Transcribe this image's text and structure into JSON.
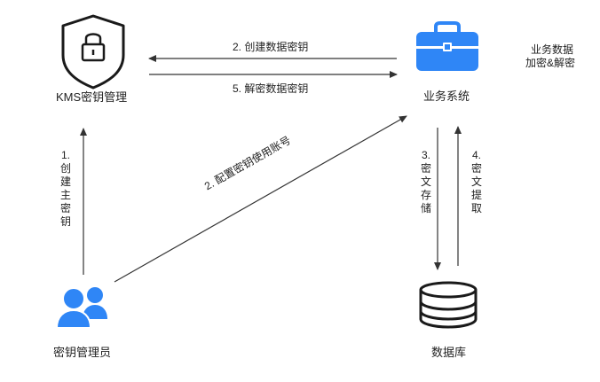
{
  "nodes": {
    "kms": {
      "label": "KMS密钥管理",
      "icon": "shield-lock-icon",
      "color": "#1a1a1a"
    },
    "business": {
      "label": "业务系统",
      "icon": "briefcase-icon",
      "color": "#2f86f6"
    },
    "admin": {
      "label": "密钥管理员",
      "icon": "users-icon",
      "color": "#2f86f6"
    },
    "database": {
      "label": "数据库",
      "icon": "database-icon",
      "color": "#1a1a1a"
    }
  },
  "edges": {
    "create_data_key": "2. 创建数据密钥",
    "decrypt_data_key": "5. 解密数据密钥",
    "create_master_key": "1. 创建主密钥",
    "config_account": "2. 配置密钥使用账号",
    "store_ciphertext": "3. 密文存储",
    "fetch_ciphertext": "4. 密文提取"
  },
  "note": {
    "line1": "业务数据",
    "line2": "加密&解密"
  },
  "colors": {
    "arrow": "#333333",
    "accent": "#2f86f6"
  }
}
